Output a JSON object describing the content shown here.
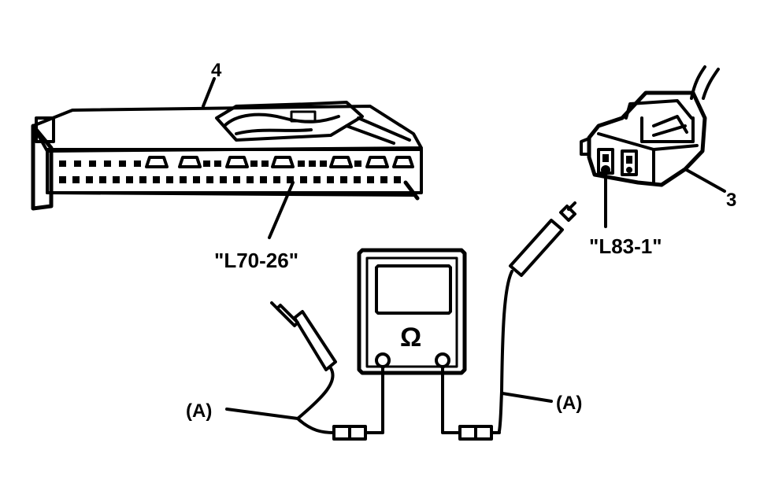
{
  "labels": {
    "part_4": "4",
    "part_3": "3",
    "terminal_left": "\"L70-26\"",
    "terminal_right": "\"L83-1\"",
    "lead_a_left": "(A)",
    "lead_a_right": "(A)",
    "meter_symbol": "Ω"
  }
}
